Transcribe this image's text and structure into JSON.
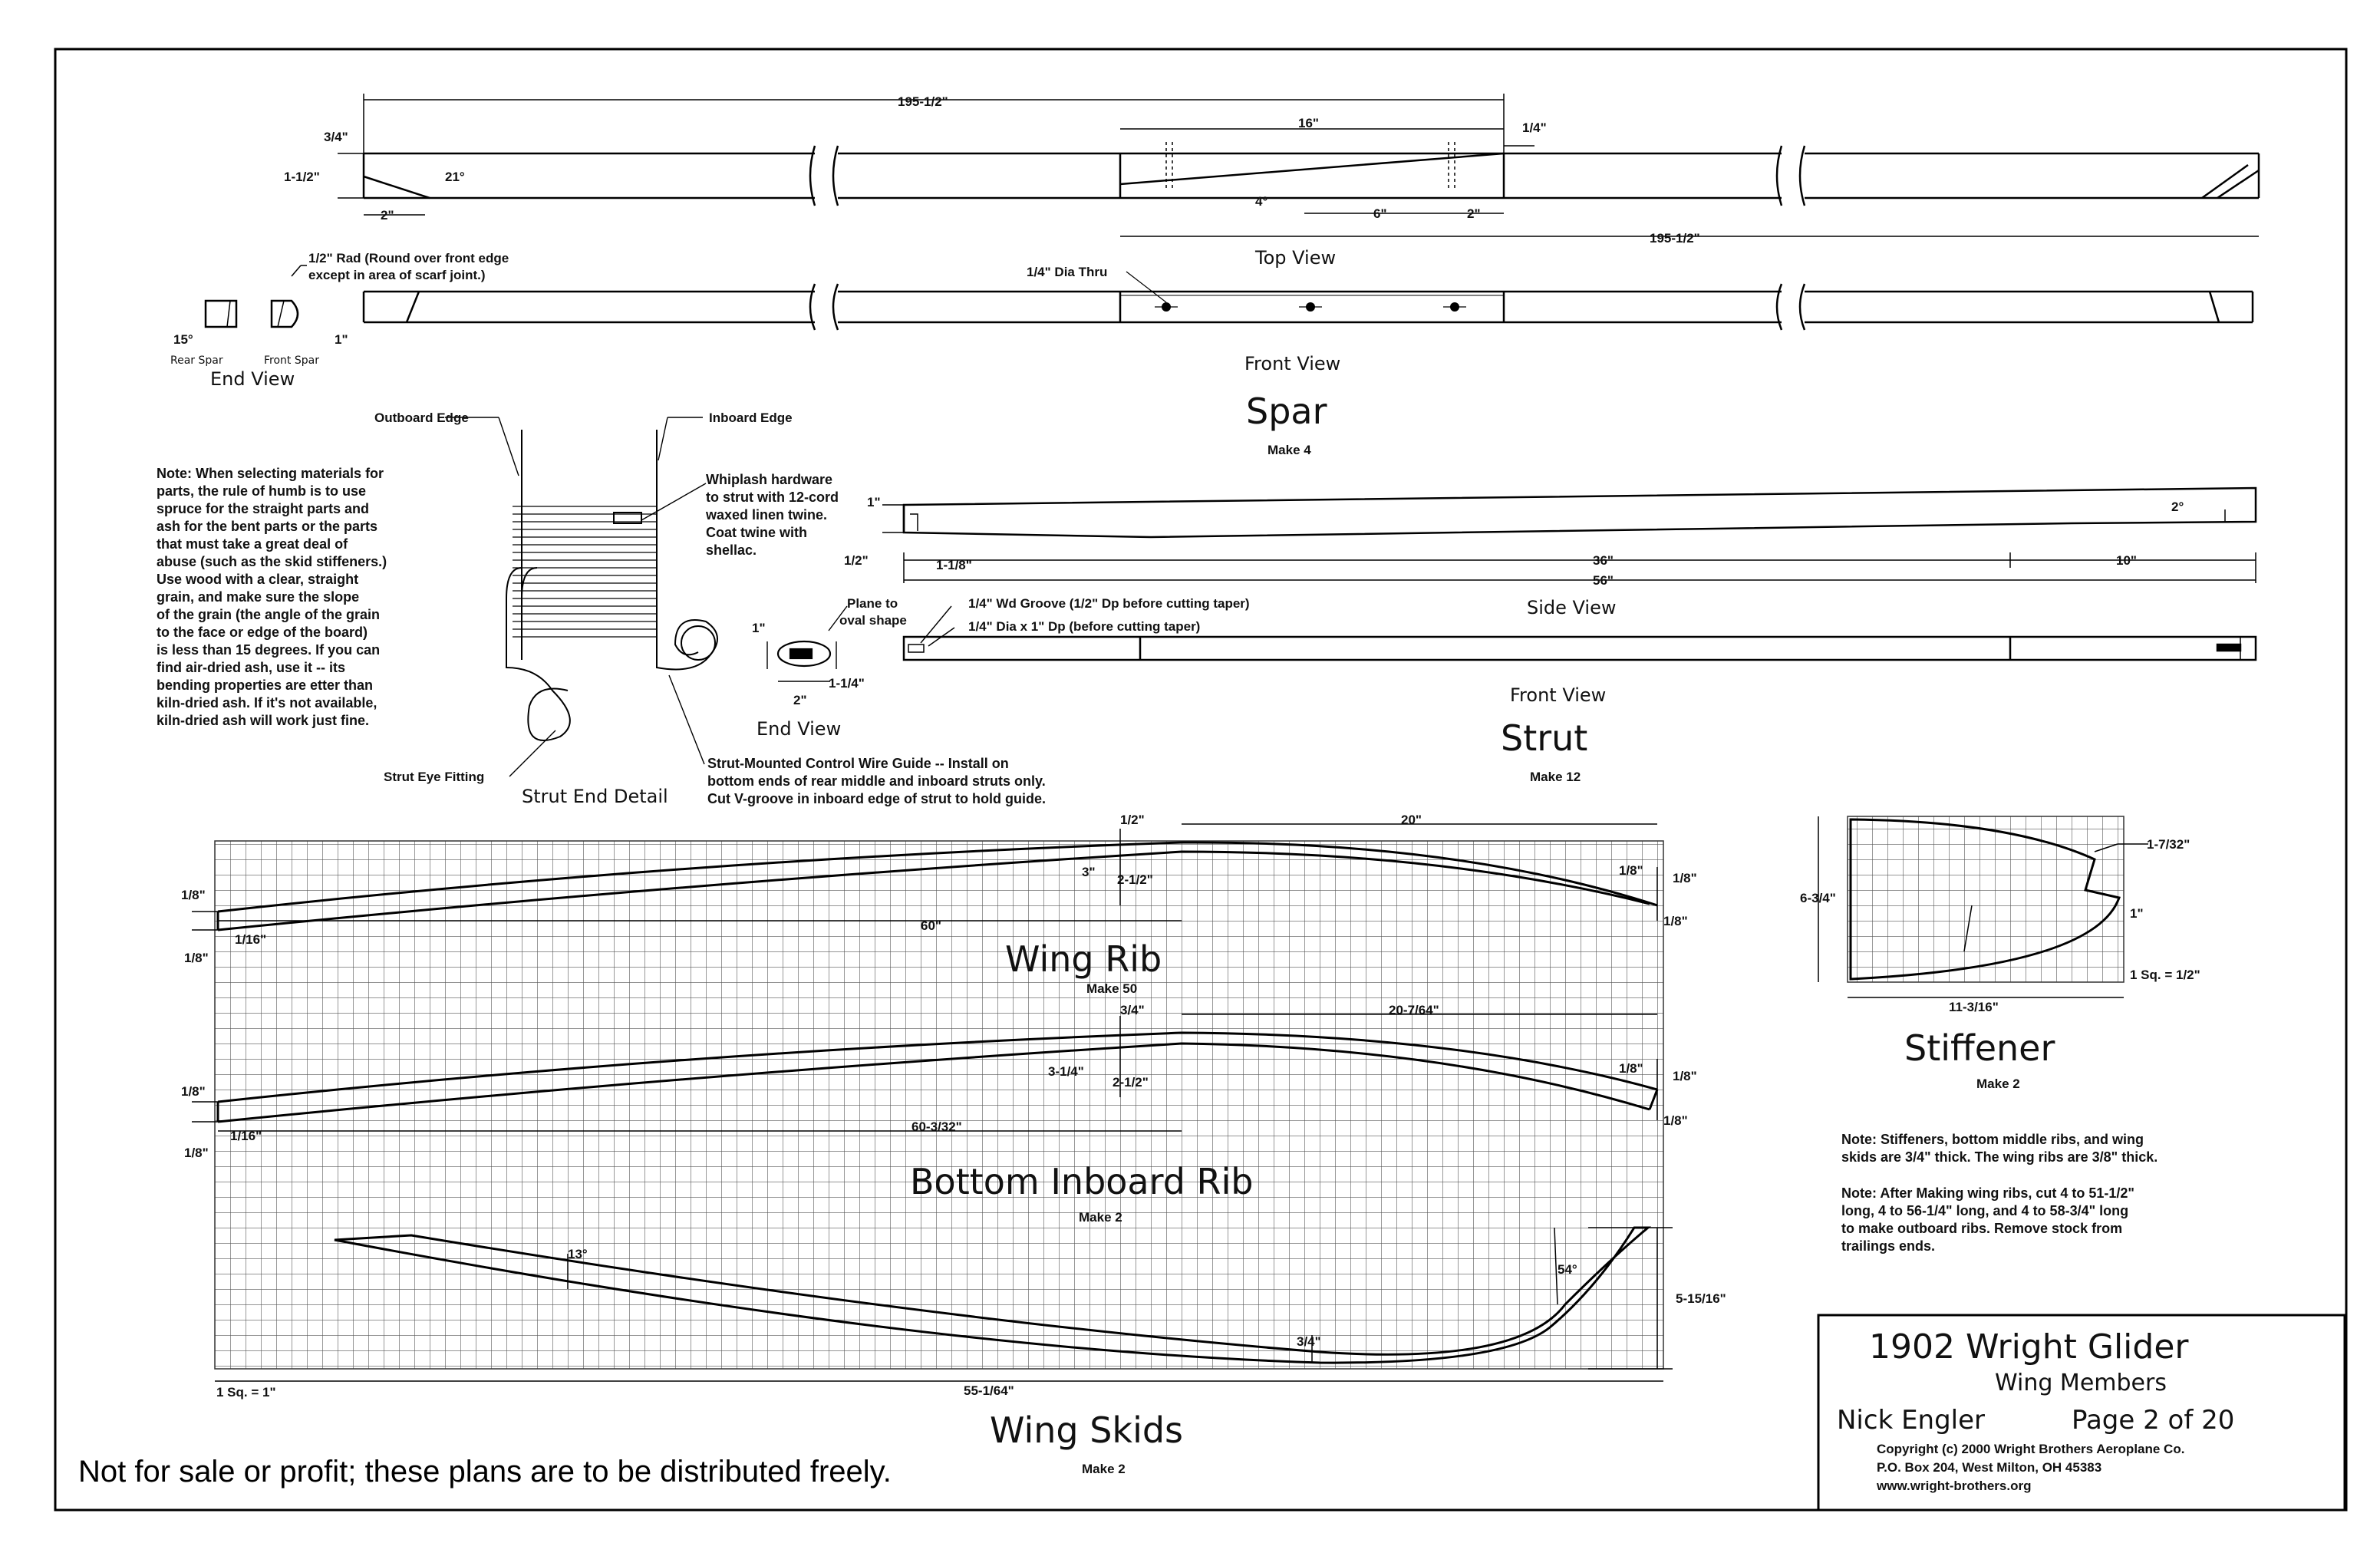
{
  "spar": {
    "name": "Spar",
    "make": "Make 4",
    "top_view": "Top View",
    "front_view": "Front View",
    "end_view": "End View",
    "rear_spar": "Rear Spar",
    "front_spar": "Front Spar",
    "dims": {
      "overall_top": "195-1/2\"",
      "overall_bottom": "195-1/2\"",
      "d_3_4": "3/4\"",
      "d_1_1_2": "1-1/2\"",
      "d_21deg": "21°",
      "d_2a": "2\"",
      "d_16": "16\"",
      "d_1_4": "1/4\"",
      "d_4deg": "4°",
      "d_6": "6\"",
      "d_2b": "2\"",
      "d_15deg": "15°",
      "d_1": "1\"",
      "hole": "1/4\" Dia Thru",
      "rad_note_1": "1/2\" Rad (Round over front edge",
      "rad_note_2": "except in area of scarf joint.)"
    }
  },
  "strut": {
    "name": "Strut",
    "make": "Make 12",
    "side_view": "Side View",
    "front_view": "Front View",
    "end_view": "End View",
    "dims": {
      "d_1": "1\"",
      "d_1_2": "1/2\"",
      "d_1_1_8": "1-1/8\"",
      "d_2deg": "2°",
      "d_36": "36\"",
      "d_10": "10\"",
      "d_56": "56\"",
      "groove": "1/4\" Wd Groove (1/2\" Dp before cutting taper)",
      "dia": "1/4\" Dia x 1\" Dp (before cutting taper)",
      "plane_1": "Plane to",
      "plane_2": "oval shape",
      "ev_1": "1\"",
      "ev_1_1_4": "1-1/4\"",
      "ev_2": "2\""
    }
  },
  "strut_end_detail": {
    "title": "Strut End Detail",
    "outboard": "Outboard Edge",
    "inboard": "Inboard Edge",
    "eye": "Strut Eye Fitting",
    "whiplash": "Whiplash hardware\nto strut with 12-cord\nwaxed linen twine.\nCoat twine with\nshellac.",
    "guide": "Strut-Mounted Control Wire Guide -- Install on\nbottom ends of rear middle and inboard struts only.\nCut V-groove in inboard edge of strut to hold guide."
  },
  "note_materials": "Note: When selecting materials for\nparts, the rule of humb is to use\nspruce for the  straight parts and\nash for the bent parts or the parts\nthat must take a great deal of\nabuse (such as the skid stiffeners.)\nUse wood with a clear, straight\ngrain, and make sure the slope\nof the grain (the angle of the grain\nto the face or edge of the board)\nis less than 15 degrees. If you can\nfind air-dried ash, use it -- its\nbending properties are etter than\nkiln-dried ash. If it's not available,\nkiln-dried ash will work just fine.",
  "wing_rib": {
    "name": "Wing Rib",
    "make": "Make 50",
    "dims": {
      "d_1_2": "1/2\"",
      "d_20": "20\"",
      "d_3": "3\"",
      "d_2_1_2": "2-1/2\"",
      "d_60": "60\"",
      "d_1_8_a": "1/8\"",
      "d_1_8_b": "1/8\"",
      "d_1_16": "1/16\"",
      "d_1_8_c": "1/8\"",
      "d_1_8_d": "1/8\"",
      "d_1_8_e": "1/8\""
    }
  },
  "bottom_rib": {
    "name": "Bottom Inboard Rib",
    "make": "Make 2",
    "dims": {
      "d_3_4": "3/4\"",
      "d_20_7_64": "20-7/64\"",
      "d_3_1_4": "3-1/4\"",
      "d_2_1_2": "2-1/2\"",
      "d_60_3_32": "60-3/32\"",
      "d_1_8_a": "1/8\"",
      "d_1_8_b": "1/8\"",
      "d_1_16": "1/16\"",
      "d_1_8_c": "1/8\"",
      "d_1_8_d": "1/8\"",
      "d_1_8_e": "1/8\""
    }
  },
  "wing_skids": {
    "name": "Wing Skids",
    "make": "Make 2",
    "dims": {
      "d_13deg": "13°",
      "d_54deg": "54°",
      "d_3_4": "3/4\"",
      "d_5_15_16": "5-15/16\"",
      "d_55_1_64": "55-1/64\"",
      "scale": "1 Sq. = 1\""
    }
  },
  "stiffener": {
    "name": "Stiffener",
    "make": "Make 2",
    "dims": {
      "d_6_3_4": "6-3/4\"",
      "d_1_7_32": "1-7/32\"",
      "d_1": "1\"",
      "d_11_3_16": "11-3/16\"",
      "scale": "1 Sq. = 1/2\""
    }
  },
  "note_stiffeners": "Note: Stiffeners, bottom middle ribs, and wing\nskids are 3/4\" thick. The wing ribs are 3/8\" thick.",
  "note_outboard": "Note: After Making wing ribs, cut 4 to 51-1/2\"\nlong, 4 to 56-1/4\" long, and 4 to 58-3/4\" long\nto make outboard ribs. Remove stock from\ntrailings ends.",
  "title_block": {
    "title": "1902 Wright Glider",
    "subtitle": "Wing Members",
    "author": "Nick Engler",
    "page": "Page 2 of 20",
    "copyright": "Copyright  (c)  2000 Wright Brothers Aeroplane Co.",
    "address": "P.O. Box 204, West Milton, OH  45383",
    "website": "www.wright-brothers.org"
  },
  "footer": "Not for sale or profit; these plans are to be distributed freely."
}
